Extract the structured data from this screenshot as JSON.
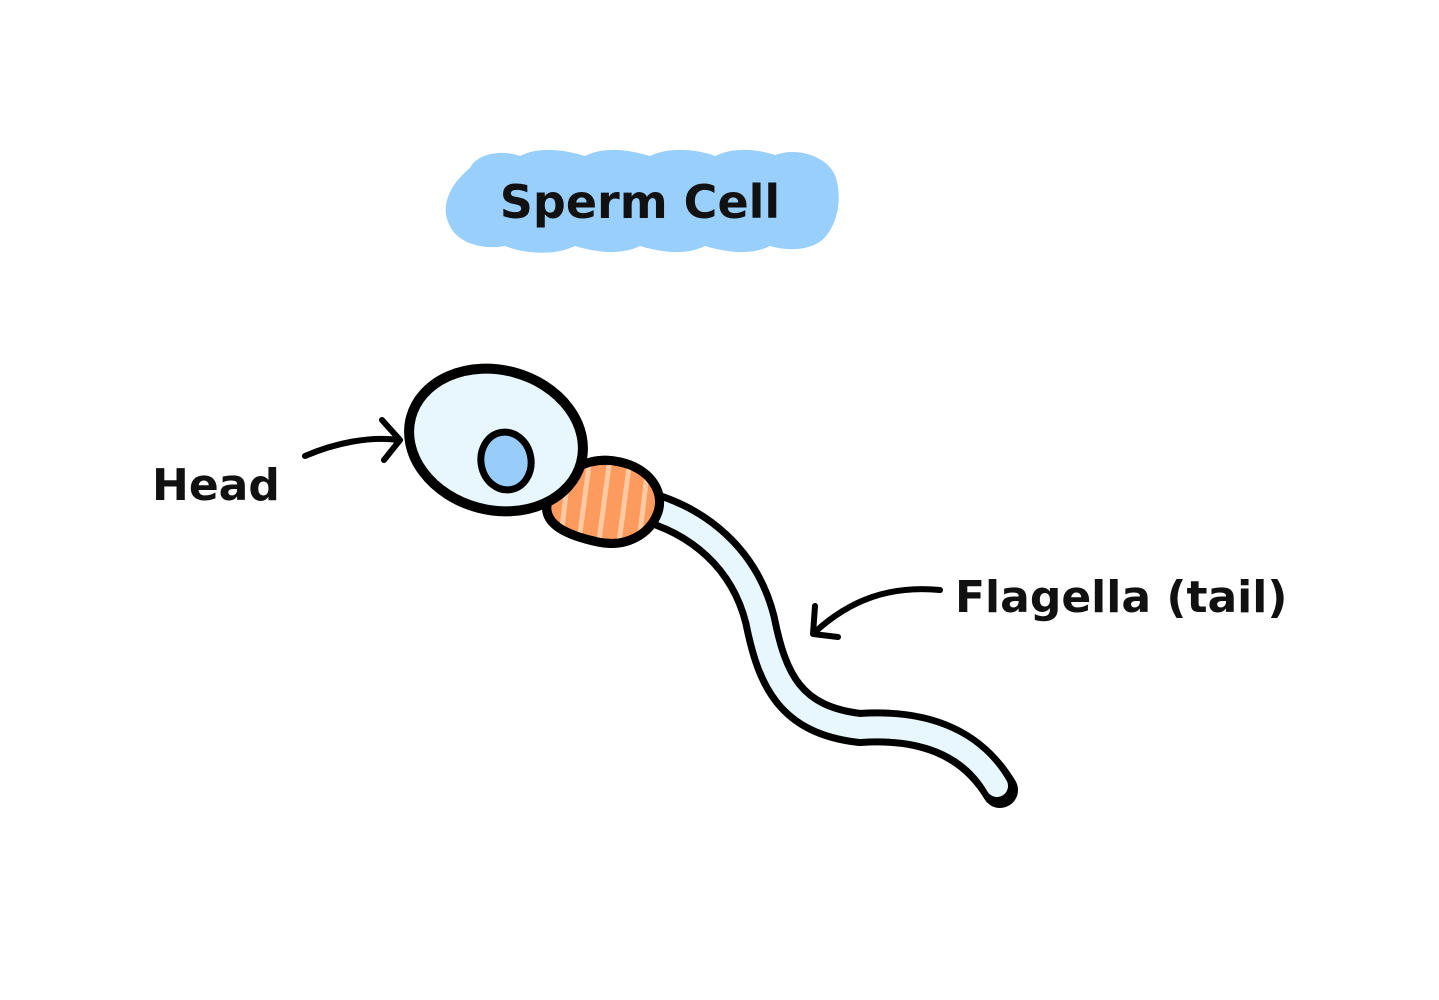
{
  "diagram": {
    "title": "Sperm Cell",
    "labels": {
      "head": "Head",
      "flagella": "Flagella (tail)"
    },
    "colors": {
      "background": "#ffffff",
      "title_highlight": "#99cffb",
      "cell_fill": "#e8f7fd",
      "nucleus_fill": "#99cdf9",
      "midpiece_fill": "#fd9b5f",
      "midpiece_stripe": "#ffc9a2",
      "outline": "#000000"
    }
  }
}
